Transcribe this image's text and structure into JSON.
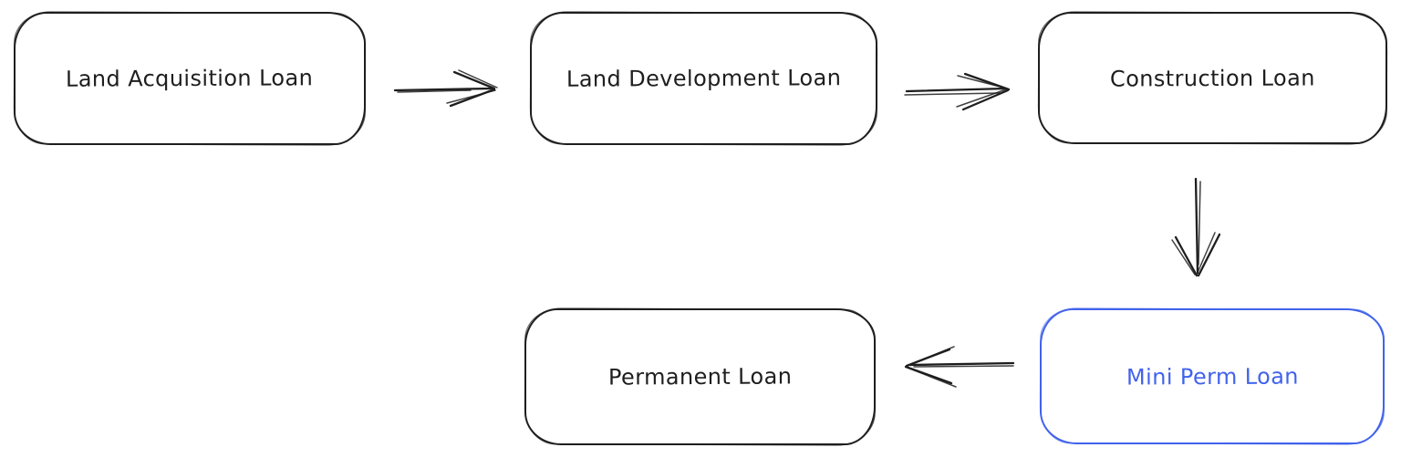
{
  "diagram": {
    "title": "Loan sequence flowchart",
    "background": "#ffffff",
    "colors": {
      "stroke_dark": "#1e1e1e",
      "accent_blue": "#4263eb"
    },
    "nodes": [
      {
        "id": "land-acquisition-loan",
        "label": "Land Acquisition Loan",
        "color": "dark"
      },
      {
        "id": "land-development-loan",
        "label": "Land Development Loan",
        "color": "dark"
      },
      {
        "id": "construction-loan",
        "label": "Construction Loan",
        "color": "dark"
      },
      {
        "id": "mini-perm-loan",
        "label": "Mini Perm Loan",
        "color": "blue"
      },
      {
        "id": "permanent-loan",
        "label": "Permanent Loan",
        "color": "dark"
      }
    ],
    "edges": [
      {
        "from": "land-acquisition-loan",
        "to": "land-development-loan",
        "direction": "right"
      },
      {
        "from": "land-development-loan",
        "to": "construction-loan",
        "direction": "right"
      },
      {
        "from": "construction-loan",
        "to": "mini-perm-loan",
        "direction": "down"
      },
      {
        "from": "mini-perm-loan",
        "to": "permanent-loan",
        "direction": "left"
      }
    ]
  }
}
